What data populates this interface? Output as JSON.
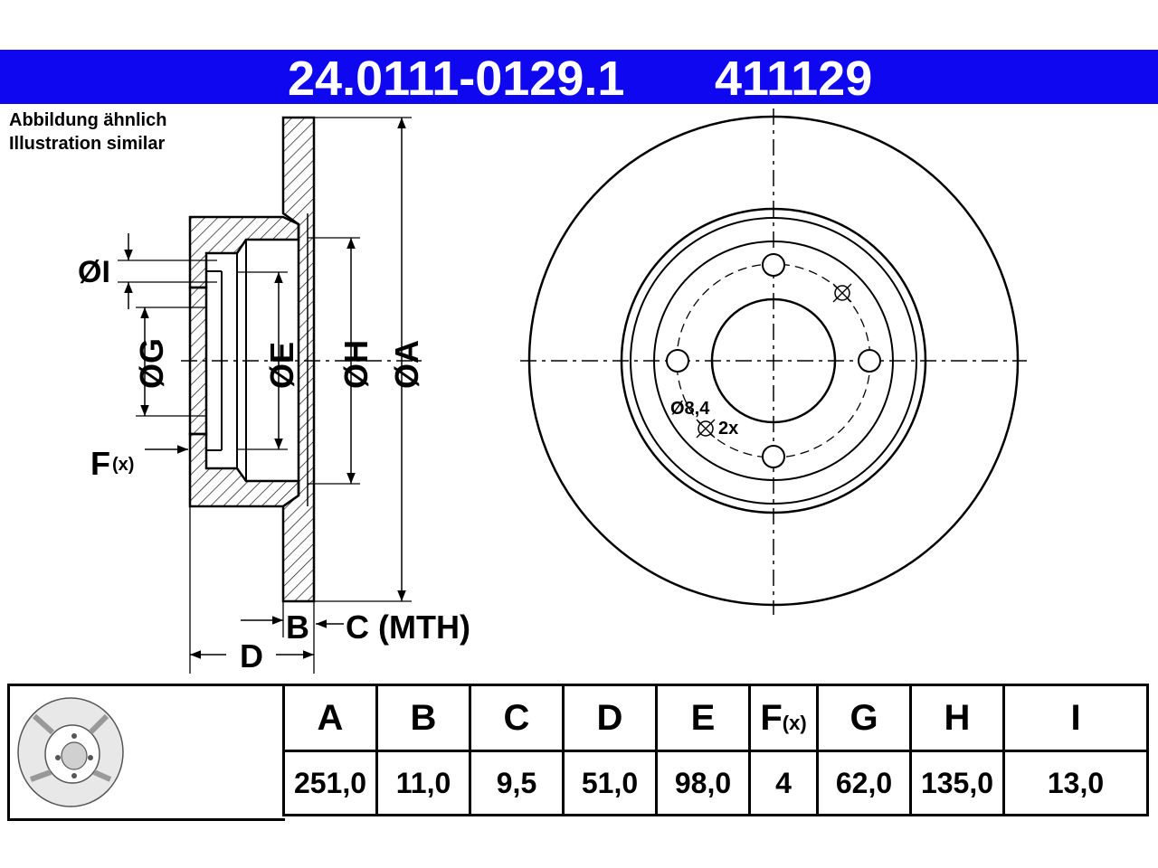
{
  "header": {
    "part_number": "24.0111-0129.1",
    "ref_number": "411129",
    "bar_color": "#0f07f0"
  },
  "note": {
    "line_de": "Abbildung ähnlich",
    "line_en": "Illustration similar"
  },
  "section_labels": {
    "I": "ØI",
    "G": "ØG",
    "E": "ØE",
    "H": "ØH",
    "A": "ØA",
    "F": "F",
    "F_sub": "(x)",
    "B": "B",
    "C": "C (MTH)",
    "D": "D"
  },
  "front_labels": {
    "hole_diameter": "Ø8,4",
    "hole_count": "2x"
  },
  "specs": {
    "headers": [
      "A",
      "B",
      "C",
      "D",
      "E",
      "F",
      "G",
      "H",
      "I"
    ],
    "f_sub": "(x)",
    "values": [
      "251,0",
      "11,0",
      "9,5",
      "51,0",
      "98,0",
      "4",
      "62,0",
      "135,0",
      "13,0"
    ]
  }
}
